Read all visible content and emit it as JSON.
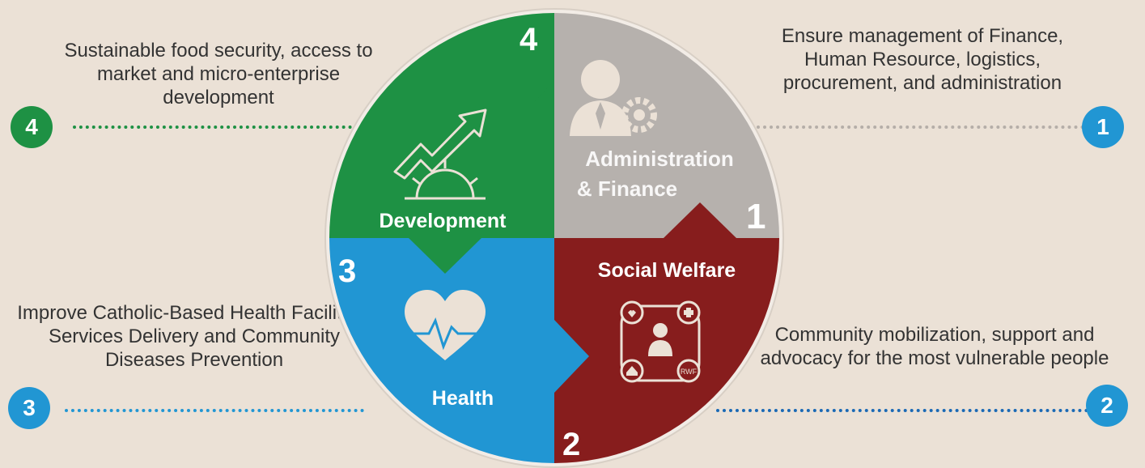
{
  "quadrants": [
    {
      "number": "1",
      "title_line1": "Administration",
      "title_line2": "& Finance",
      "description": "Ensure management of Finance, Human Resource, logistics, procurement, and administration",
      "color": "#b6b1ad",
      "icon": "admin-gear-person-icon"
    },
    {
      "number": "2",
      "title": "Social Welfare",
      "description": "Community mobilization, support and advocacy for the most vulnerable people",
      "color": "#871d1d",
      "icon": "community-network-icon",
      "icon_label": "RWF"
    },
    {
      "number": "3",
      "title": "Health",
      "description": "Improve Catholic-Based Health Facilities’ Services Delivery and Community Diseases Prevention",
      "color": "#2196d3",
      "icon": "heart-pulse-icon"
    },
    {
      "number": "4",
      "title": "Development",
      "description": "Sustainable food security, access to market and micro-enterprise development",
      "color": "#1e9144",
      "icon": "growth-arrow-gear-icon"
    }
  ],
  "colors": {
    "background": "#ebe1d6",
    "blue": "#2196d3",
    "green": "#1e9144",
    "red": "#871d1d",
    "gray": "#b6b1ad"
  }
}
